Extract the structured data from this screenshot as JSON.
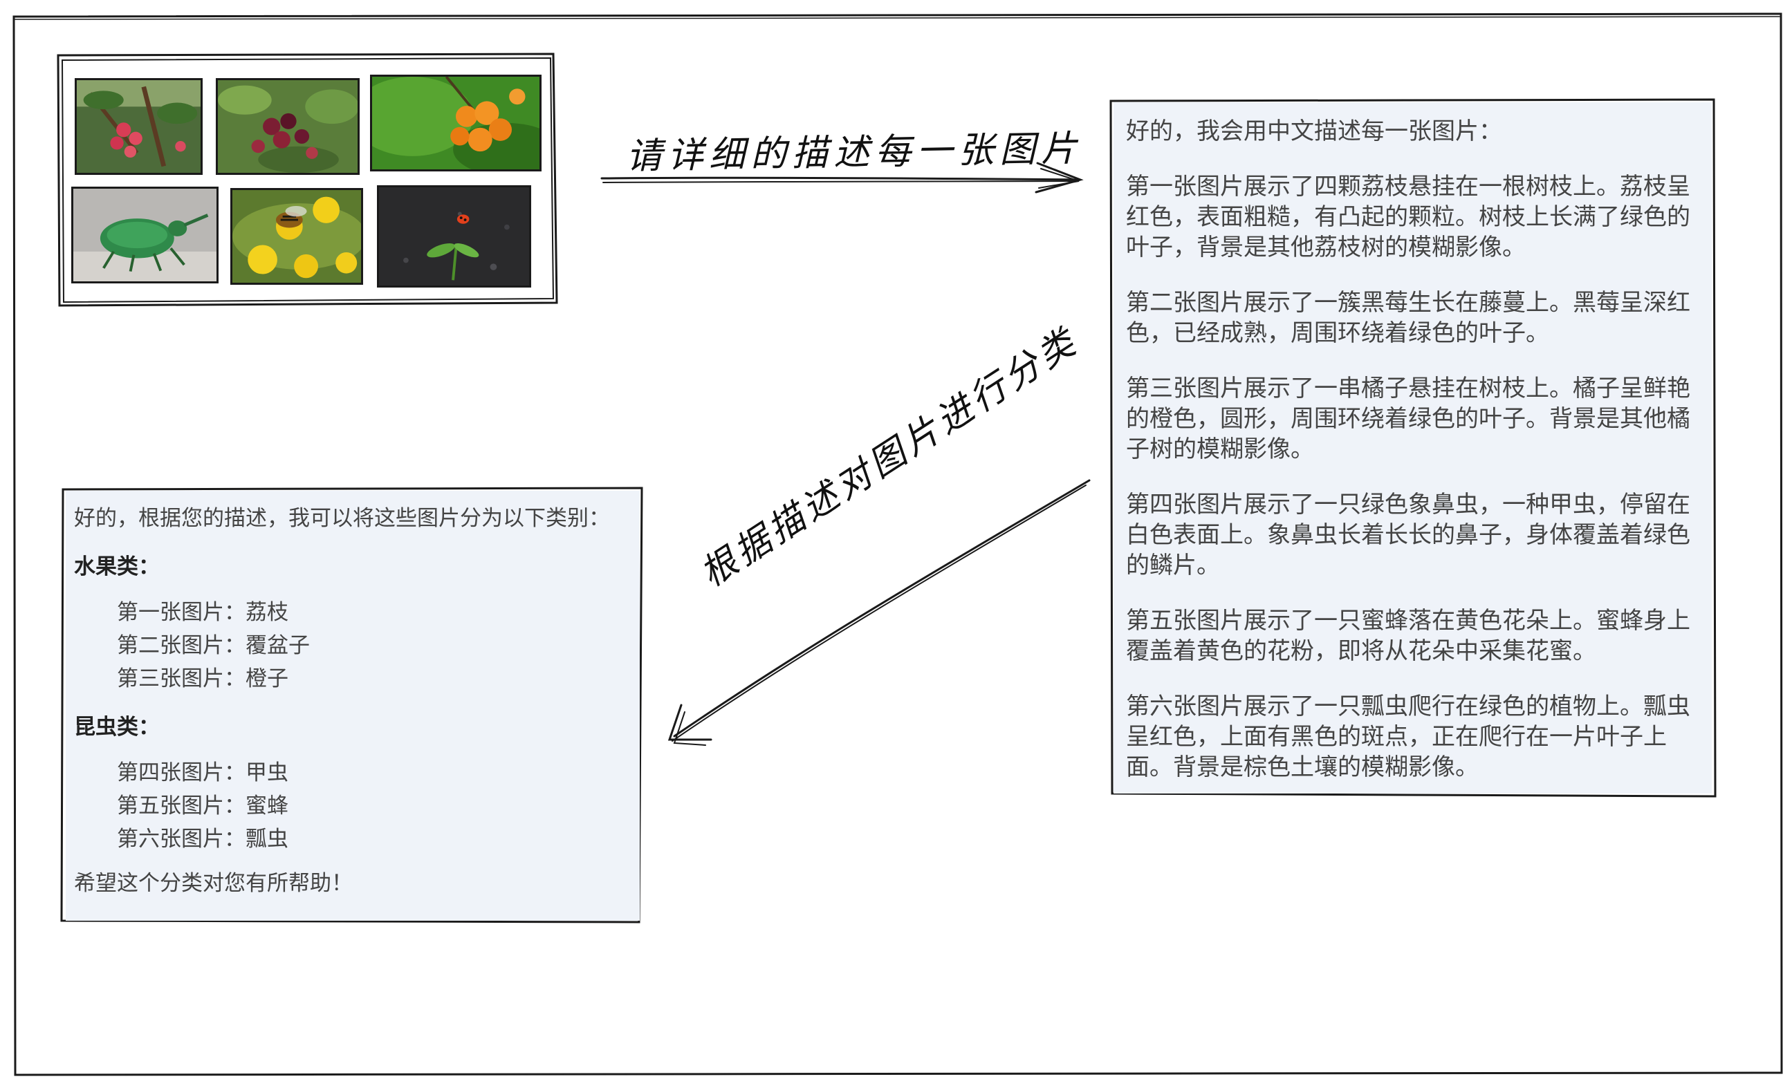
{
  "edges": {
    "describe_request": "请详细的描述每一张图片",
    "classify_request": "根据描述对图片进行分类"
  },
  "description_box": {
    "intro": "好的，我会用中文描述每一张图片：",
    "paragraphs": [
      "第一张图片展示了四颗荔枝悬挂在一根树枝上。荔枝呈红色，表面粗糙，有凸起的颗粒。树枝上长满了绿色的叶子，背景是其他荔枝树的模糊影像。",
      "第二张图片展示了一簇黑莓生长在藤蔓上。黑莓呈深红色，已经成熟，周围环绕着绿色的叶子。",
      "第三张图片展示了一串橘子悬挂在树枝上。橘子呈鲜艳的橙色，圆形，周围环绕着绿色的叶子。背景是其他橘子树的模糊影像。",
      "第四张图片展示了一只绿色象鼻虫，一种甲虫，停留在白色表面上。象鼻虫长着长长的鼻子，身体覆盖着绿色的鳞片。",
      "第五张图片展示了一只蜜蜂落在黄色花朵上。蜜蜂身上覆盖着黄色的花粉，即将从花朵中采集花蜜。",
      "第六张图片展示了一只瓢虫爬行在绿色的植物上。瓢虫呈红色，上面有黑色的斑点，正在爬行在一片叶子上面。背景是棕色土壤的模糊影像。"
    ]
  },
  "classification_box": {
    "intro": "好的，根据您的描述，我可以将这些图片分为以下类别：",
    "groups": [
      {
        "title": "水果类：",
        "items": [
          "第一张图片：荔枝",
          "第二张图片：覆盆子",
          "第三张图片：橙子"
        ]
      },
      {
        "title": "昆虫类：",
        "items": [
          "第四张图片：甲虫",
          "第五张图片：蜜蜂",
          "第六张图片：瓢虫"
        ]
      }
    ],
    "closing": "希望这个分类对您有所帮助！"
  },
  "images": [
    {
      "icon": "lychee-photo"
    },
    {
      "icon": "blackberry-photo"
    },
    {
      "icon": "orange-photo"
    },
    {
      "icon": "weevil-photo"
    },
    {
      "icon": "bee-photo"
    },
    {
      "icon": "ladybug-photo"
    }
  ],
  "colors": {
    "box_fill": "#eff3f9",
    "stroke": "#1a1a1a",
    "text": "#444444"
  }
}
